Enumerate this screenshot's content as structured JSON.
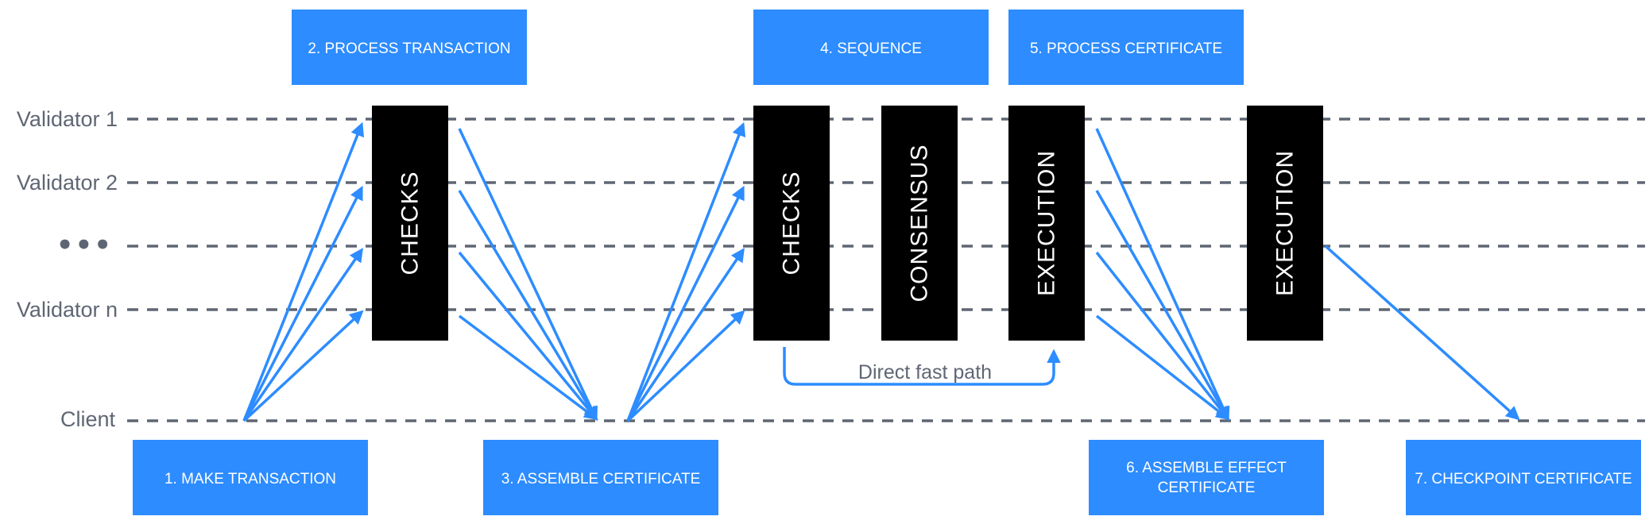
{
  "lanes": {
    "validator_1": "Validator 1",
    "validator_2": "Validator 2",
    "ellipsis": "•••",
    "validator_n": "Validator n",
    "client": "Client"
  },
  "steps": {
    "make_transaction": "1. MAKE TRANSACTION",
    "process_transaction": "2. PROCESS TRANSACTION",
    "assemble_certificate": "3. ASSEMBLE CERTIFICATE",
    "sequence": "4. SEQUENCE",
    "process_certificate": "5. PROCESS CERTIFICATE",
    "assemble_effect_line1": "6. ASSEMBLE EFFECT",
    "assemble_effect_line2": "CERTIFICATE",
    "checkpoint_certificate": "7. CHECKPOINT CERTIFICATE"
  },
  "blocks": {
    "checks_1": "CHECKS",
    "checks_2": "CHECKS",
    "consensus": "CONSENSUS",
    "execution_1": "EXECUTION",
    "execution_2": "EXECUTION"
  },
  "fast_path": {
    "label": "Direct fast path"
  },
  "colors": {
    "step_box": "#2d8cff",
    "arrow": "#2d8cff",
    "block": "#000000",
    "lane_line": "#5f6673"
  }
}
